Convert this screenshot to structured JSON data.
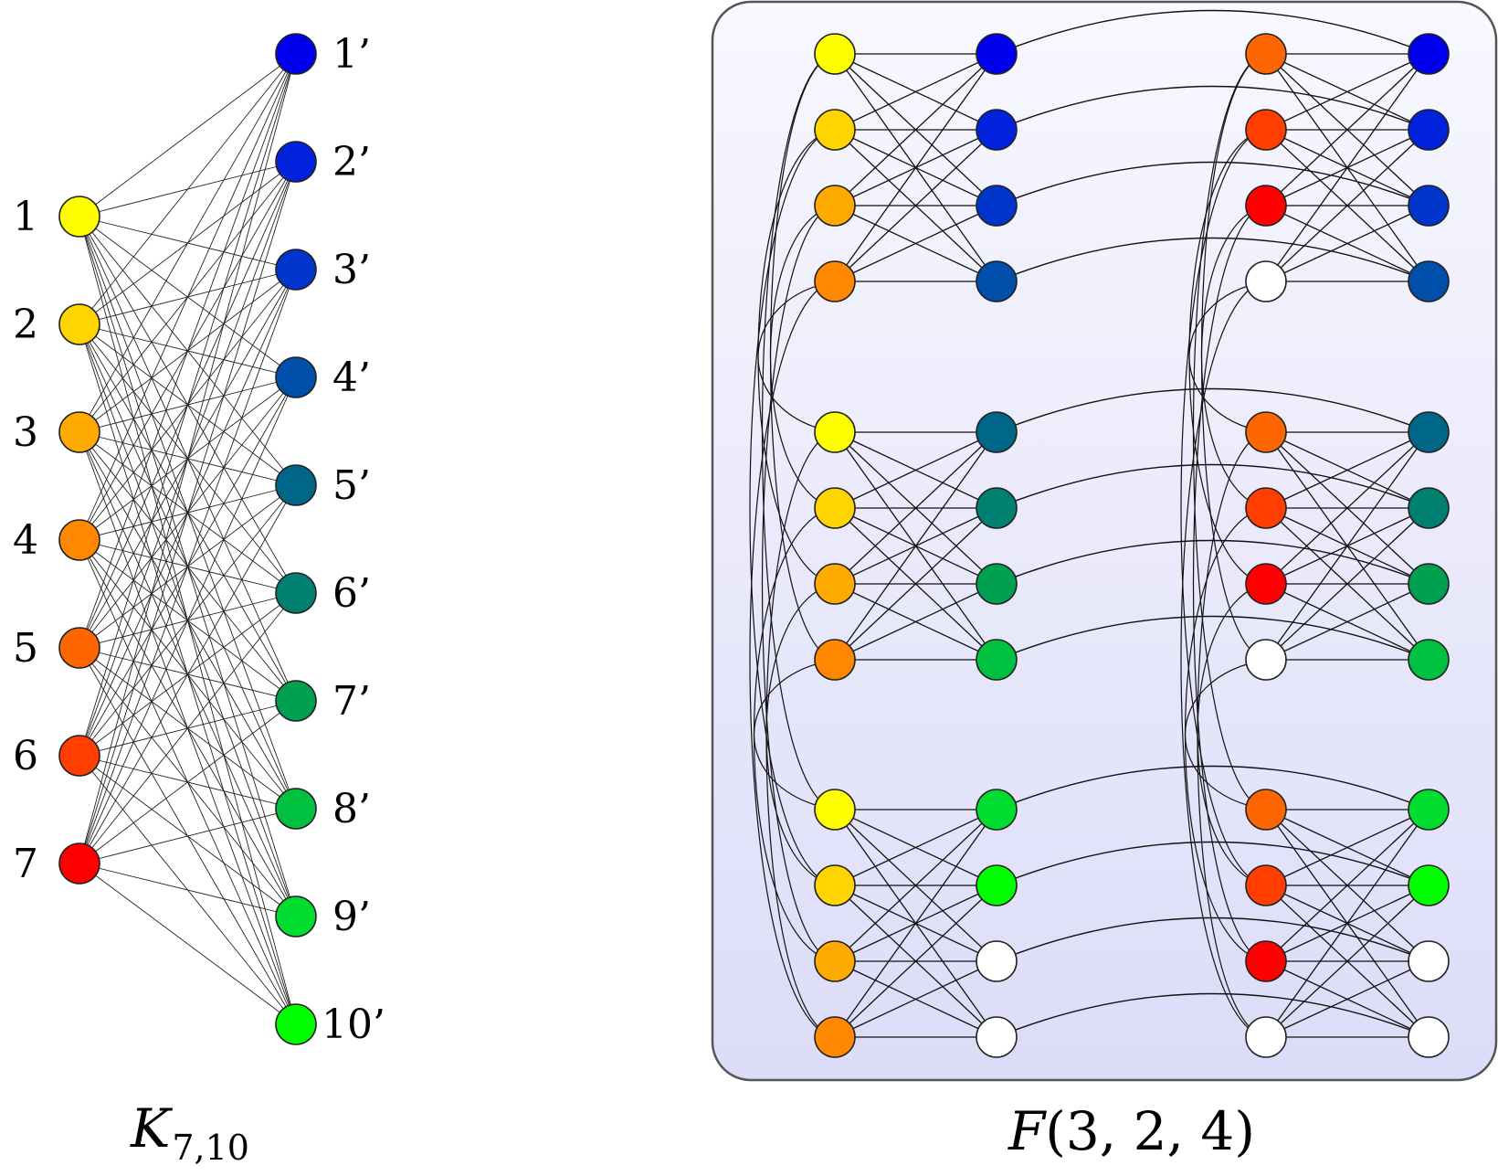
{
  "bipartite": {
    "left_nodes": [
      {
        "label": "1",
        "color": "#ffff00"
      },
      {
        "label": "2",
        "color": "#ffd400"
      },
      {
        "label": "3",
        "color": "#ffaa00"
      },
      {
        "label": "4",
        "color": "#ff8800"
      },
      {
        "label": "5",
        "color": "#ff6600"
      },
      {
        "label": "6",
        "color": "#ff3e00"
      },
      {
        "label": "7",
        "color": "#ff0000"
      }
    ],
    "right_nodes": [
      {
        "label": "1’",
        "color": "#0000ee"
      },
      {
        "label": "2’",
        "color": "#0022dd"
      },
      {
        "label": "3’",
        "color": "#0035cc"
      },
      {
        "label": "4’",
        "color": "#004faa"
      },
      {
        "label": "5’",
        "color": "#006688"
      },
      {
        "label": "6’",
        "color": "#008070"
      },
      {
        "label": "7’",
        "color": "#00a050"
      },
      {
        "label": "8’",
        "color": "#00c040"
      },
      {
        "label": "9’",
        "color": "#00dd30"
      },
      {
        "label": "10’",
        "color": "#00ff00"
      }
    ],
    "caption": {
      "main": "K",
      "sub": "7,10"
    }
  },
  "gadget": {
    "background_top": "#f8f8ff",
    "background_bottom": "#dcdcf8",
    "left_unit_left_colors": [
      [
        "#ffff00",
        "#ffd400",
        "#ffaa00",
        "#ff8800"
      ],
      [
        "#ffff00",
        "#ffd400",
        "#ffaa00",
        "#ff8800"
      ],
      [
        "#ffff00",
        "#ffd400",
        "#ffaa00",
        "#ff8800"
      ]
    ],
    "left_unit_right_colors": [
      [
        "#0000ee",
        "#0022dd",
        "#0035cc",
        "#004faa"
      ],
      [
        "#006688",
        "#008070",
        "#00a050",
        "#00c040"
      ],
      [
        "#00dd30",
        "#00ff00",
        "#ffffff",
        "#ffffff"
      ]
    ],
    "right_unit_left_colors": [
      [
        "#ff6600",
        "#ff3e00",
        "#ff0000",
        "#ffffff"
      ],
      [
        "#ff6600",
        "#ff3e00",
        "#ff0000",
        "#ffffff"
      ],
      [
        "#ff6600",
        "#ff3e00",
        "#ff0000",
        "#ffffff"
      ]
    ],
    "right_unit_right_colors": [
      [
        "#0000ee",
        "#0022dd",
        "#0035cc",
        "#004faa"
      ],
      [
        "#006688",
        "#008070",
        "#00a050",
        "#00c040"
      ],
      [
        "#00dd30",
        "#00ff00",
        "#ffffff",
        "#ffffff"
      ]
    ],
    "caption": {
      "main": "F",
      "args": "(3, 2, 4)"
    }
  }
}
